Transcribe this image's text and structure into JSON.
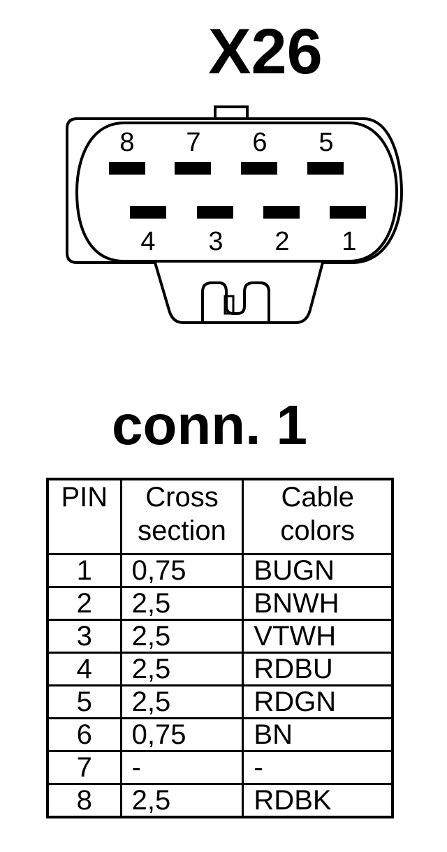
{
  "title": "X26",
  "connector_label": "conn. 1",
  "pin_numbers_top": [
    "8",
    "7",
    "6",
    "5"
  ],
  "pin_numbers_bottom": [
    "4",
    "3",
    "2",
    "1"
  ],
  "table": {
    "headers": [
      "PIN",
      "Cross section",
      "Cable colors"
    ],
    "rows": [
      {
        "pin": "1",
        "cross": "0,75",
        "color": "BUGN"
      },
      {
        "pin": "2",
        "cross": "2,5",
        "color": "BNWH"
      },
      {
        "pin": "3",
        "cross": "2,5",
        "color": "VTWH"
      },
      {
        "pin": "4",
        "cross": "2,5",
        "color": "RDBU"
      },
      {
        "pin": "5",
        "cross": "2,5",
        "color": "RDGN"
      },
      {
        "pin": "6",
        "cross": "0,75",
        "color": "BN"
      },
      {
        "pin": "7",
        "cross": "-",
        "color": "-"
      },
      {
        "pin": "8",
        "cross": "2,5",
        "color": "RDBK"
      }
    ]
  }
}
